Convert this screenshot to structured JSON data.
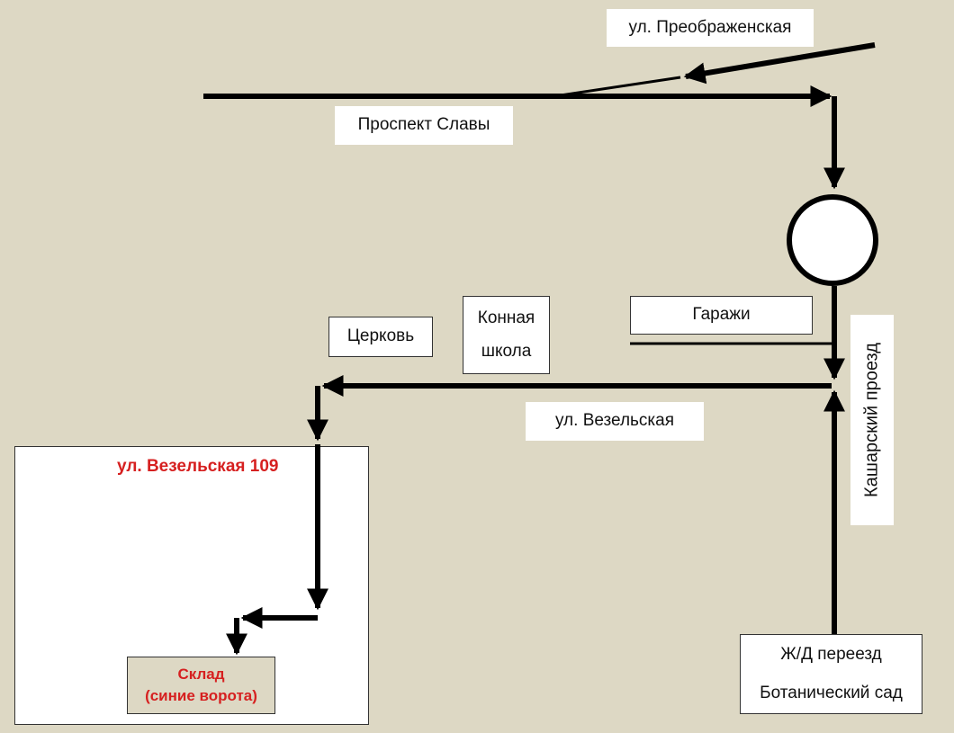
{
  "streets": {
    "preobrazhenskaya": "ул. Преображенская",
    "prospekt_slavy": "Проспект Славы",
    "kasharsky": "Кашарский проезд",
    "vezelskaya": "ул. Везельская"
  },
  "landmarks": {
    "garages": "Гаражи",
    "church": "Церковь",
    "riding_school_line1": "Конная",
    "riding_school_line2": "школа",
    "railway_line1": "Ж/Д переезд",
    "railway_line2": "Ботанический сад"
  },
  "destination": {
    "address": "ул. Везельская 109",
    "warehouse_line1": "Склад",
    "warehouse_line2": "(синие ворота)"
  },
  "colors": {
    "background": "#ddd8c4",
    "route": "#000000",
    "destination_text": "#d62020"
  }
}
